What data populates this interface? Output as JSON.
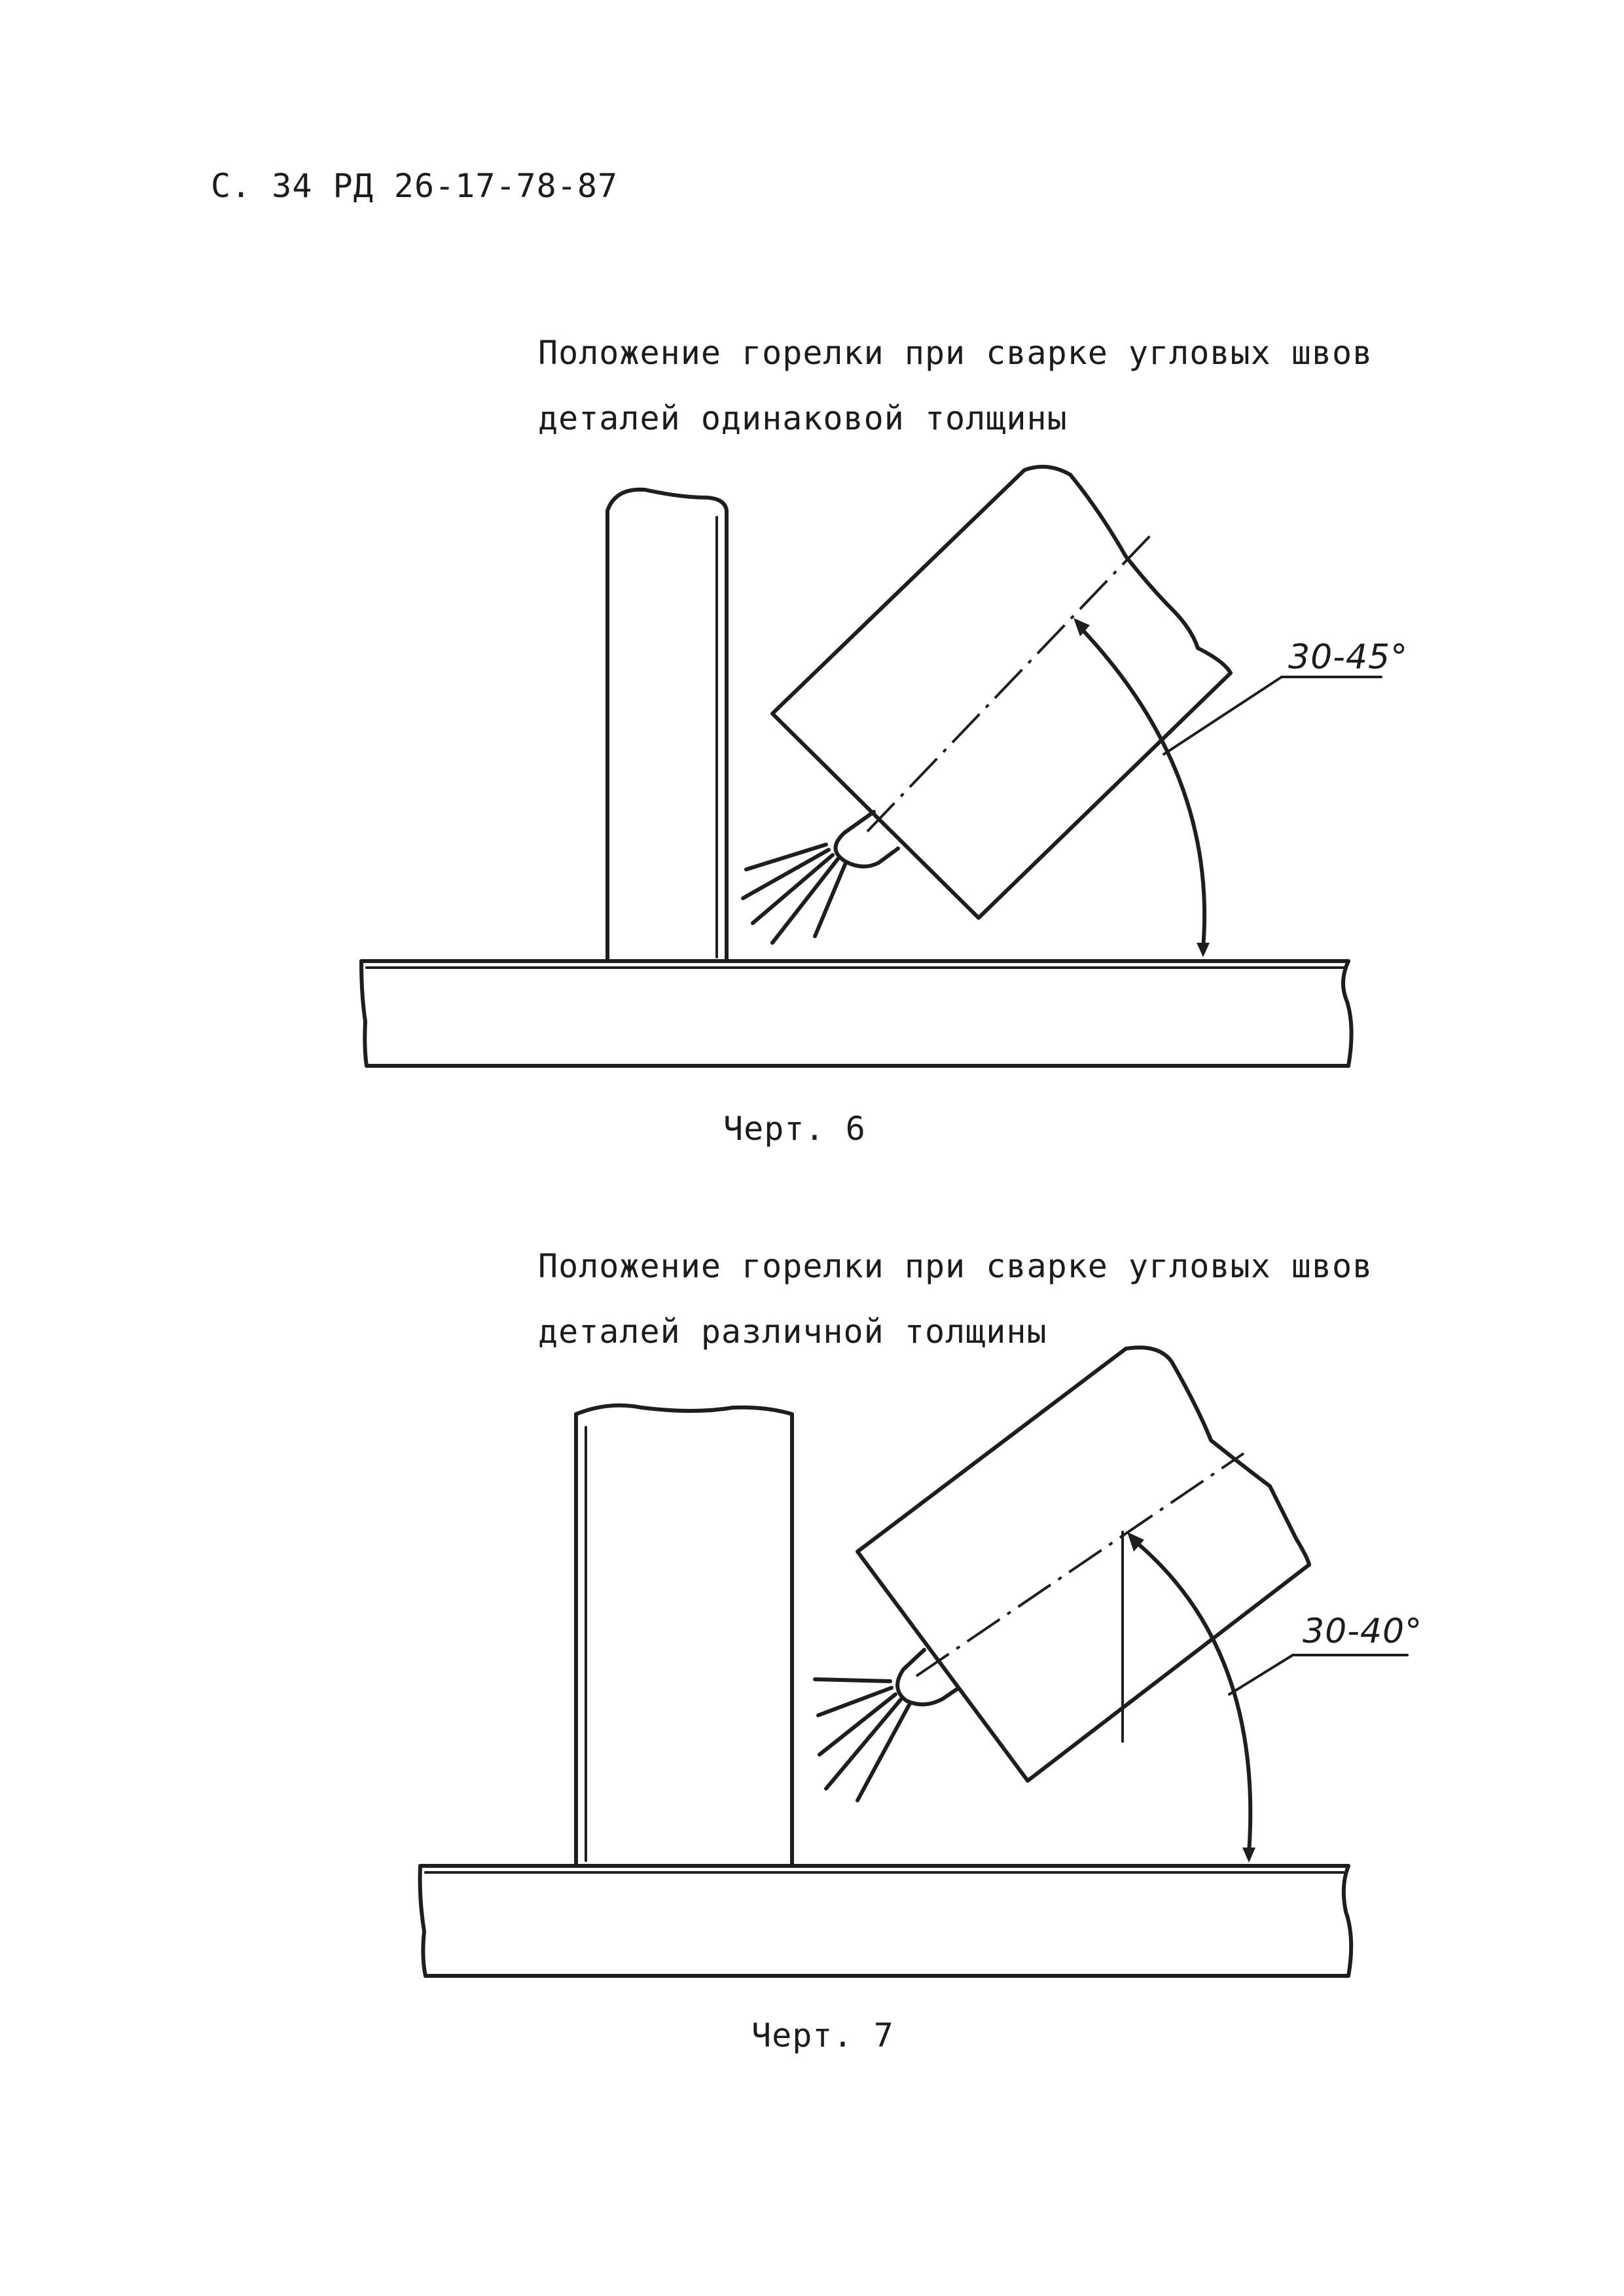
{
  "page": {
    "header": "С. 34 РД 26-17-78-87"
  },
  "figure6": {
    "title_line1": "Положение горелки при сварке угловых швов",
    "title_line2": "деталей одинаковой толщины",
    "angle_label": "30-45°",
    "caption": "Черт. 6"
  },
  "figure7": {
    "title_line1": "Положение горелки при сварке угловых швов",
    "title_line2": "деталей различной толщины",
    "angle_label": "30-40°",
    "caption": "Черт. 7"
  }
}
